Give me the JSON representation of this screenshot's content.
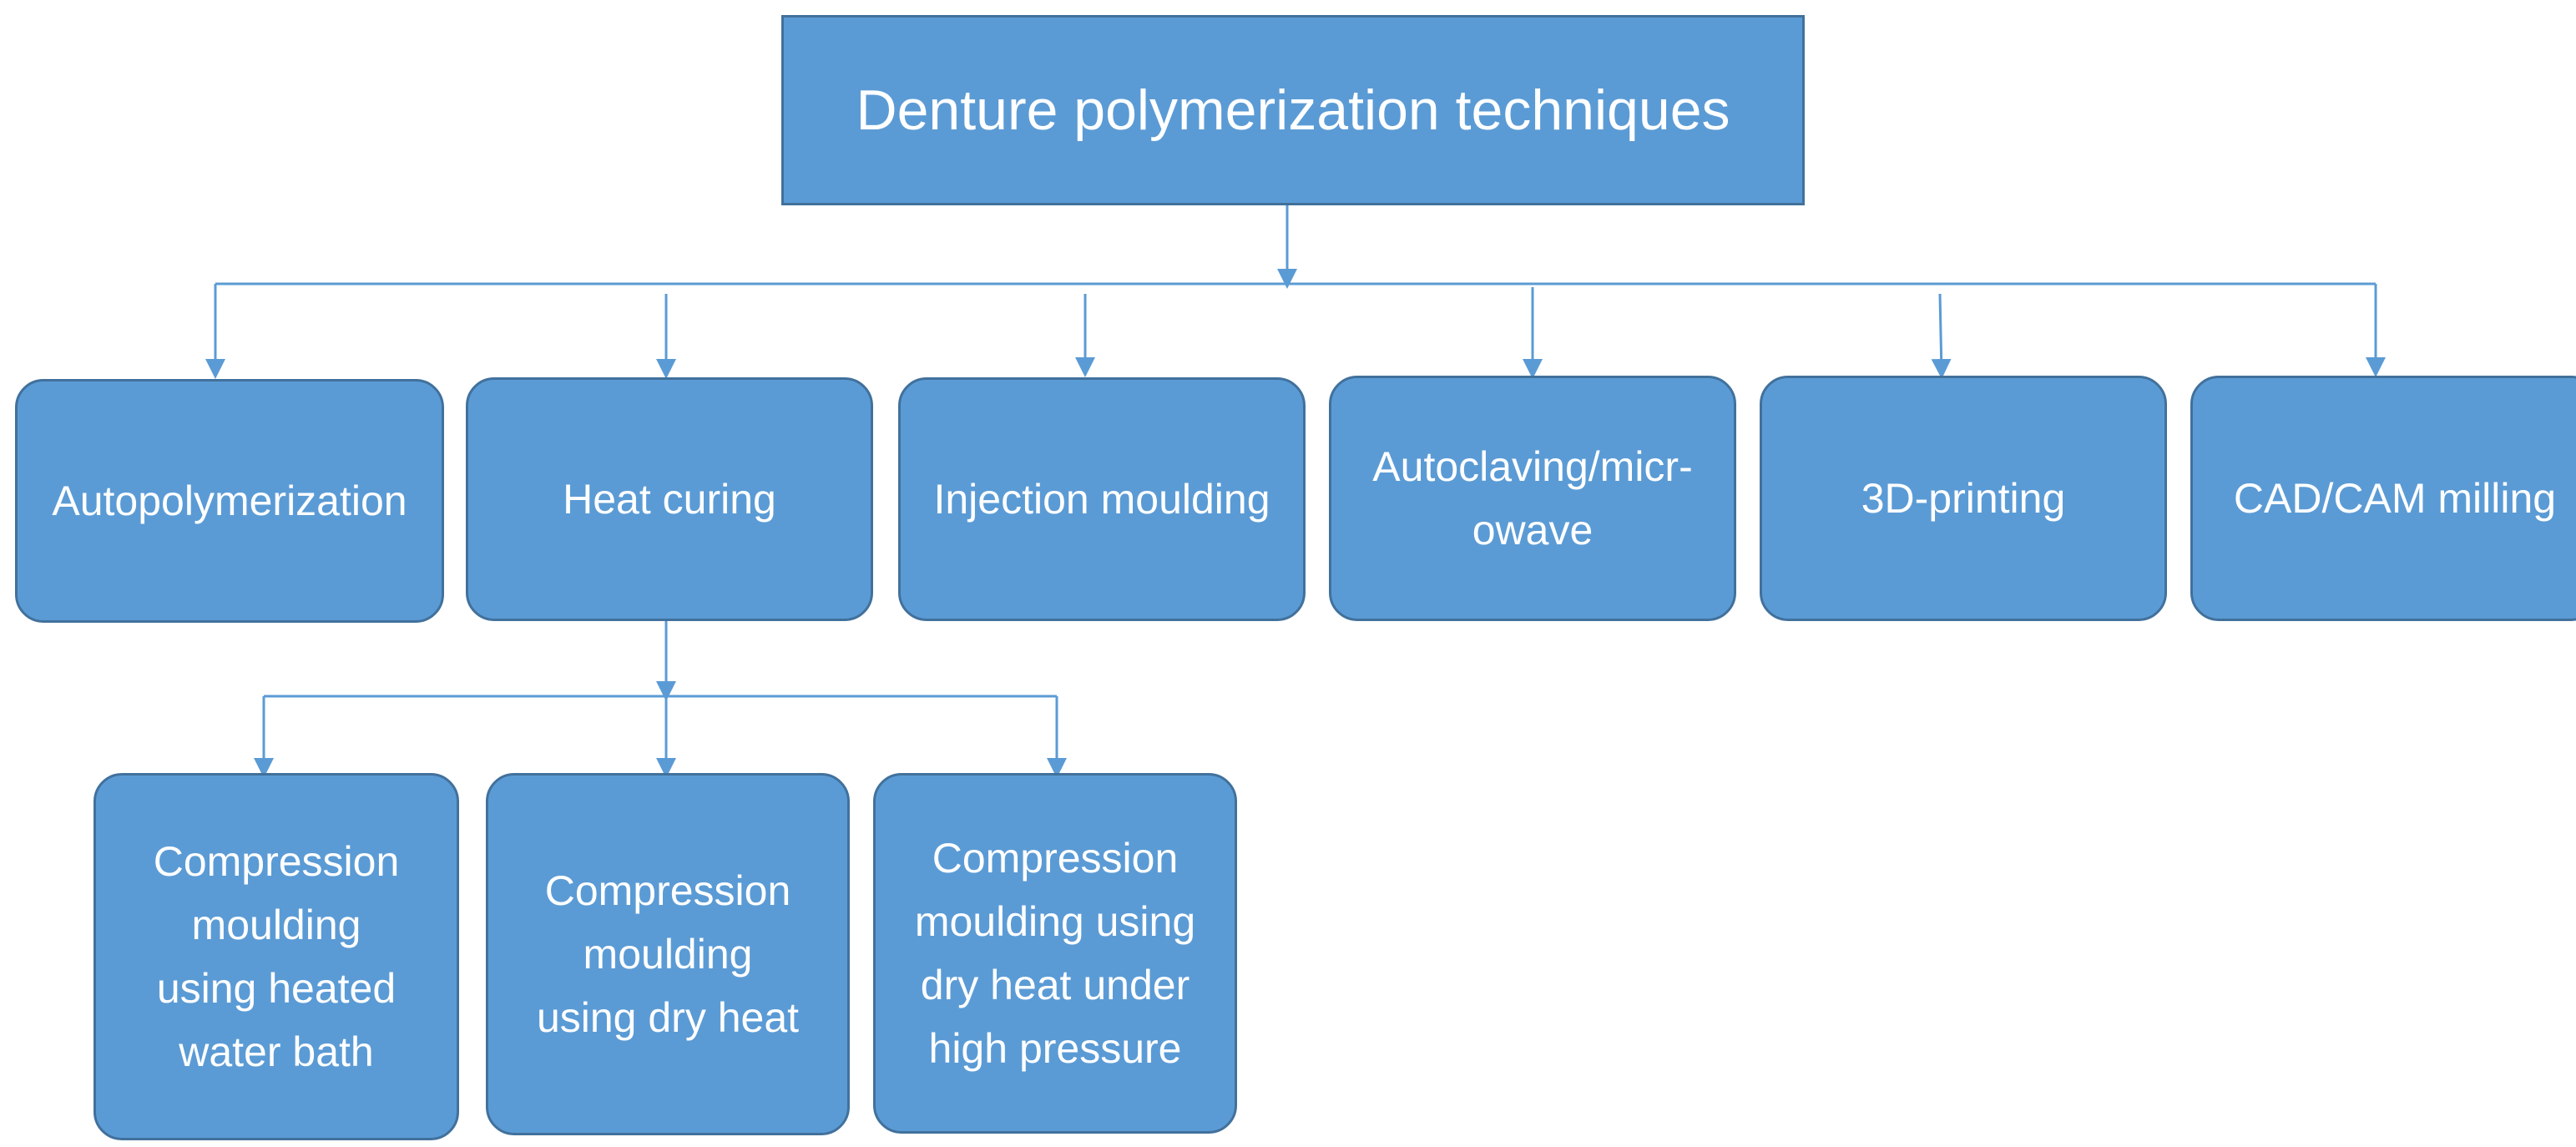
{
  "colors": {
    "box_fill": "#5b9bd5",
    "box_border": "#41719c",
    "connector": "#5b9bd5",
    "text": "#ffffff"
  },
  "root": {
    "label": "Denture polymerization techniques"
  },
  "techniques": [
    {
      "label": "Autopolymerization"
    },
    {
      "label": "Heat curing"
    },
    {
      "label": "Injection moulding"
    },
    {
      "label": "Autoclaving/micr-owave"
    },
    {
      "label": "3D-printing"
    },
    {
      "label": "CAD/CAM milling"
    }
  ],
  "heat_curing_methods": [
    {
      "label": "Compression moulding using heated water bath"
    },
    {
      "label": "Compression moulding using dry heat"
    },
    {
      "label": "Compression moulding using dry heat under high pressure"
    }
  ]
}
